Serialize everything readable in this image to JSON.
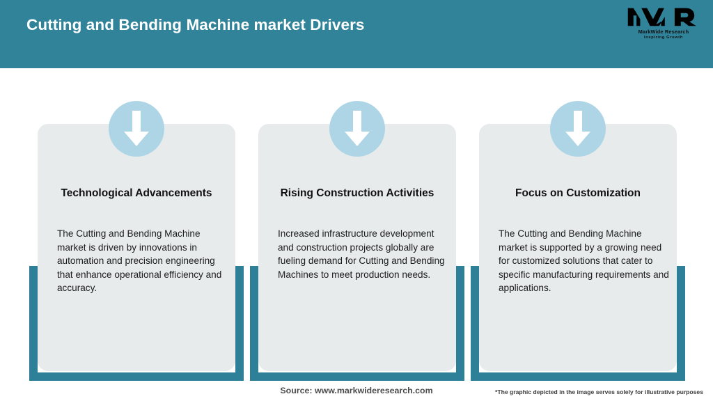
{
  "header": {
    "title": "Cutting and Bending Machine market Drivers",
    "background_color": "#31839A",
    "title_color": "#FFFFFF"
  },
  "logo": {
    "mark": "MWR",
    "name": "MarkWide Research",
    "tagline": "Inspiring Growth"
  },
  "theme": {
    "accent_teal": "#2E7F98",
    "card_background": "#E8EBEC",
    "icon_circle": "#ADD5E5",
    "arrow_color": "#FFFFFF"
  },
  "cards": [
    {
      "icon": "arrow-down-icon",
      "title": "Technological Advancements",
      "body": "The Cutting and Bending Machine market is driven by innovations in automation and precision engineering that enhance operational efficiency and accuracy."
    },
    {
      "icon": "arrow-down-icon",
      "title": "Rising Construction Activities",
      "body": "Increased infrastructure development and construction projects globally are fueling demand for Cutting and Bending Machines to meet production needs."
    },
    {
      "icon": "arrow-down-icon",
      "title": "Focus on Customization",
      "body": "The Cutting and Bending Machine market is supported by a growing need for customized solutions that cater to specific manufacturing requirements and applications."
    }
  ],
  "footer": {
    "source": "Source: www.markwideresearch.com",
    "disclaimer": "*The graphic depicted in the image serves solely for illustrative purposes"
  }
}
